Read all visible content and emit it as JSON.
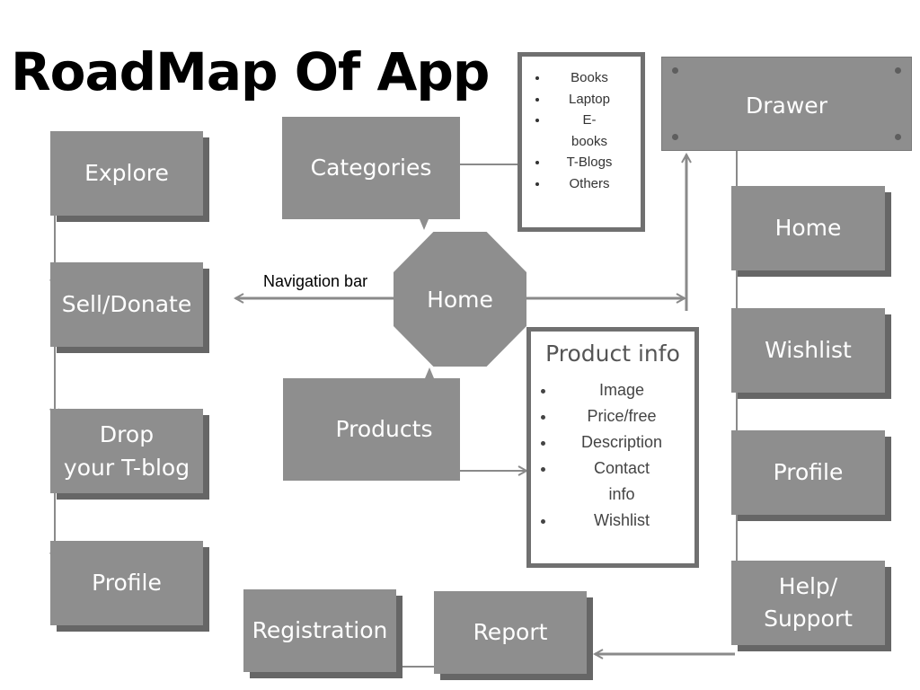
{
  "title": "RoadMap Of App",
  "left_column": {
    "explore": "Explore",
    "sell_donate": "Sell/Donate",
    "drop_line1": "Drop",
    "drop_line2": "your T-blog",
    "profile": "Profile"
  },
  "center": {
    "categories": "Categories",
    "home": "Home",
    "products": "Products",
    "navigation_bar": "Navigation bar"
  },
  "categories_list": [
    "Books",
    "Laptop",
    "E-",
    "books",
    "T-Blogs",
    "Others"
  ],
  "product_info": {
    "title": "Product info",
    "items": [
      "Image",
      "Price/free",
      "Description",
      "Contact",
      "info",
      "Wishlist"
    ]
  },
  "drawer": {
    "title": "Drawer",
    "home": "Home",
    "wishlist": "Wishlist",
    "profile": "Profile",
    "help_line1": "Help/",
    "help_line2": "Support"
  },
  "bottom": {
    "registration": "Registration",
    "report": "Report"
  },
  "colors": {
    "box_fill": "#8e8e8e",
    "box_shadow": "#666666",
    "connector": "#8a8a8a",
    "list_border": "#707070"
  }
}
